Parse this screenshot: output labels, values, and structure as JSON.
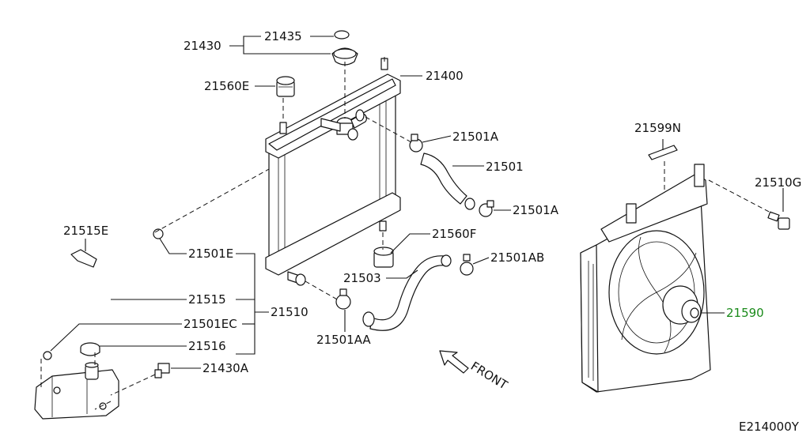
{
  "diagram_code": "E214000Y",
  "front_label": "FRONT",
  "highlight_color": "#1a8a1a",
  "labels": {
    "p21430": "21430",
    "p21435": "21435",
    "p21400": "21400",
    "p21560E": "21560E",
    "p21501A_top": "21501A",
    "p21501": "21501",
    "p21501A_bottom": "21501A",
    "p21560F": "21560F",
    "p21501AB": "21501AB",
    "p21503": "21503",
    "p21501AA": "21501AA",
    "p21515E": "21515E",
    "p21501E": "21501E",
    "p21515": "21515",
    "p21510": "21510",
    "p21501EC": "21501EC",
    "p21516": "21516",
    "p21430A": "21430A",
    "p21599N": "21599N",
    "p21510G": "21510G",
    "p21590": "21590"
  }
}
